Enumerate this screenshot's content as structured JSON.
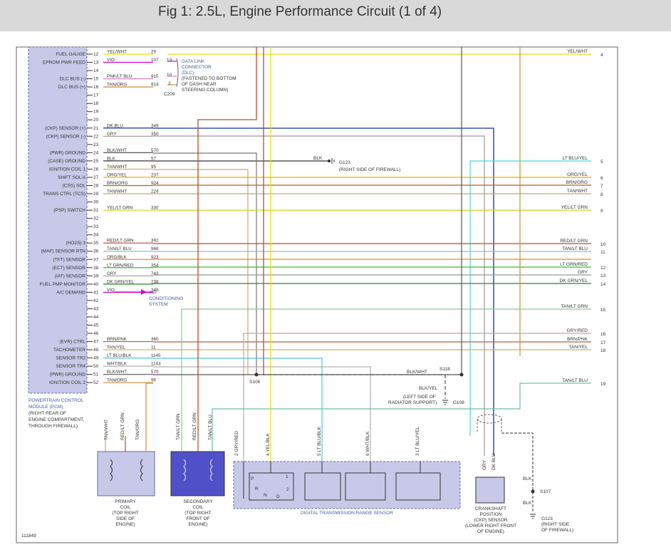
{
  "title": "Fig 1: 2.5L, Engine Performance Circuit (1 of 4)",
  "figure_id": "111849",
  "pcm": {
    "label_lines": [
      "POWERTRAIN CONTROL",
      "MODULE (PCM)",
      "(RIGHT REAR OF",
      "ENGINE COMPARTMENT,",
      "THROUGH FIREWALL)"
    ],
    "pins": [
      {
        "n": "12",
        "fn": "FUEL GAUGE",
        "color": "YEL/WHT",
        "circuit": "29",
        "wire": "#e8e000"
      },
      {
        "n": "13",
        "fn": "EPROM PWR FEED",
        "color": "VIO",
        "circuit": "107",
        "wire": "#d400d4"
      },
      {
        "n": "14",
        "fn": "",
        "color": "",
        "circuit": "",
        "wire": ""
      },
      {
        "n": "15",
        "fn": "DLC BUS (-)",
        "color": "PNK/LT BLU",
        "circuit": "915",
        "wire": "#e080c0"
      },
      {
        "n": "16",
        "fn": "DLC BUS (+)",
        "color": "TAN/ORG",
        "circuit": "914",
        "wire": "#d08a40"
      },
      {
        "n": "17",
        "fn": "",
        "color": "",
        "circuit": "",
        "wire": ""
      },
      {
        "n": "18",
        "fn": "",
        "color": "",
        "circuit": "",
        "wire": ""
      },
      {
        "n": "19",
        "fn": "",
        "color": "",
        "circuit": "",
        "wire": ""
      },
      {
        "n": "20",
        "fn": "",
        "color": "",
        "circuit": "",
        "wire": ""
      },
      {
        "n": "21",
        "fn": "(CKP) SENSOR (+)",
        "color": "DK BLU",
        "circuit": "349",
        "wire": "#1030a0"
      },
      {
        "n": "22",
        "fn": "(CKP) SENSOR (-)",
        "color": "GRY",
        "circuit": "350",
        "wire": "#999999"
      },
      {
        "n": "23",
        "fn": "",
        "color": "",
        "circuit": "",
        "wire": ""
      },
      {
        "n": "24",
        "fn": "(PWR) GROUND",
        "color": "BLK/WHT",
        "circuit": "570",
        "wire": "#555555"
      },
      {
        "n": "25",
        "fn": "(CASE) GROUND",
        "color": "BLK",
        "circuit": "57",
        "wire": "#333333"
      },
      {
        "n": "26",
        "fn": "IGNITION COIL 1",
        "color": "TAN/WHT",
        "circuit": "95",
        "wire": "#c8a878"
      },
      {
        "n": "27",
        "fn": "SHIFT SOL A",
        "color": "ORG/YEL",
        "circuit": "237",
        "wire": "#e8b000"
      },
      {
        "n": "28",
        "fn": "(CSS) SOL",
        "color": "BRN/ORG",
        "circuit": "924",
        "wire": "#b0641e"
      },
      {
        "n": "29",
        "fn": "TRANS CTRL (TCS)",
        "color": "TAN/WHT",
        "circuit": "224",
        "wire": "#c8a878"
      },
      {
        "n": "30",
        "fn": "",
        "color": "",
        "circuit": "",
        "wire": ""
      },
      {
        "n": "31",
        "fn": "(PSP) SWITCH",
        "color": "YEL/LT GRN",
        "circuit": "330",
        "wire": "#c8e000"
      },
      {
        "n": "32",
        "fn": "",
        "color": "",
        "circuit": "",
        "wire": ""
      },
      {
        "n": "33",
        "fn": "",
        "color": "",
        "circuit": "",
        "wire": ""
      },
      {
        "n": "34",
        "fn": "",
        "color": "",
        "circuit": "",
        "wire": ""
      },
      {
        "n": "35",
        "fn": "(HO2S) 3",
        "color": "RED/LT GRN",
        "circuit": "392",
        "wire": "#c04a28"
      },
      {
        "n": "36",
        "fn": "(MAF) SENSOR RTN",
        "color": "TAN/LT BLU",
        "circuit": "968",
        "wire": "#a0b8c0"
      },
      {
        "n": "37",
        "fn": "(TFT) SENSOR",
        "color": "ORG/BLK",
        "circuit": "923",
        "wire": "#e08a30"
      },
      {
        "n": "38",
        "fn": "(ECT) SENSOR",
        "color": "LT GRN/RED",
        "circuit": "354",
        "wire": "#30c030"
      },
      {
        "n": "39",
        "fn": "(IAT) SENSOR",
        "color": "GRY",
        "circuit": "743",
        "wire": "#999999"
      },
      {
        "n": "40",
        "fn": "FUEL PMP MONITOR",
        "color": "DK GRN/YEL",
        "circuit": "238",
        "wire": "#208a20"
      },
      {
        "n": "41",
        "fn": "A/C DEMAND",
        "color": "VIO",
        "circuit": "348",
        "wire": "#d400d4"
      },
      {
        "n": "42",
        "fn": "",
        "color": "",
        "circuit": "",
        "wire": ""
      },
      {
        "n": "43",
        "fn": "",
        "color": "",
        "circuit": "",
        "wire": ""
      },
      {
        "n": "44",
        "fn": "",
        "color": "",
        "circuit": "",
        "wire": ""
      },
      {
        "n": "45",
        "fn": "",
        "color": "",
        "circuit": "",
        "wire": ""
      },
      {
        "n": "46",
        "fn": "",
        "color": "",
        "circuit": "",
        "wire": ""
      },
      {
        "n": "47",
        "fn": "(EVR) CTRL",
        "color": "BRN/PNK",
        "circuit": "360",
        "wire": "#b06040"
      },
      {
        "n": "48",
        "fn": "TACHOMETER",
        "color": "TAN/YEL",
        "circuit": "11",
        "wire": "#d0b060"
      },
      {
        "n": "49",
        "fn": "SENSOR TR2",
        "color": "LT BLU/BLK",
        "circuit": "1145",
        "wire": "#50c8d8"
      },
      {
        "n": "50",
        "fn": "SENSOR TR4",
        "color": "WHT/BLK",
        "circuit": "1143",
        "wire": "#b0b0b0"
      },
      {
        "n": "51",
        "fn": "(PWR) GROUND",
        "color": "BLK/WHT",
        "circuit": "570",
        "wire": "#555555"
      },
      {
        "n": "52",
        "fn": "IGNITION COIL 2",
        "color": "TAN/ORG",
        "circuit": "96",
        "wire": "#d08a40"
      }
    ]
  },
  "dlc": {
    "lines": [
      "DATA LINK",
      "CONNECTOR",
      "(DLC)",
      "(FASTENED TO BOTTOM",
      "OF DASH NEAR",
      "STEERING COLUMN)"
    ],
    "pins": [
      "13",
      "10",
      "2"
    ],
    "connector": "C209"
  },
  "ac": {
    "lines": [
      "AIR",
      "CONDITIONING",
      "SYSTEM"
    ]
  },
  "ground_g123_top": {
    "wire": "BLK",
    "id": "G123",
    "loc": "(RIGHT SIDE OF FIREWALL)"
  },
  "right_outputs": [
    {
      "color": "YEL/WHT",
      "n": "4"
    },
    {
      "color": "LT BLU/YEL",
      "n": "5"
    },
    {
      "color": "ORG/YEL",
      "n": "6"
    },
    {
      "color": "BRN/ORG",
      "n": "7"
    },
    {
      "color": "TAN/WHT",
      "n": "8"
    },
    {
      "color": "YEL/LT GRN",
      "n": "9"
    },
    {
      "color": "RED/LT GRN",
      "n": "10"
    },
    {
      "color": "TAN/LT BLU",
      "n": "11"
    },
    {
      "color": "LT GRN/RED",
      "n": "12"
    },
    {
      "color": "GRY",
      "n": "13"
    },
    {
      "color": "DK GRN/YEL",
      "n": "14"
    },
    {
      "color": "TAN/LT GRN",
      "n": "15"
    },
    {
      "color": "GRY/RED",
      "n": "16"
    },
    {
      "color": "BRN/PNK",
      "n": "17"
    },
    {
      "color": "TAN/YEL",
      "n": "18"
    },
    {
      "color": "TAN/LT BLU",
      "n": "19"
    }
  ],
  "splices": {
    "s118": "S118",
    "s106": "S106",
    "blk_wht": "BLK/WHT",
    "blk_yel": "BLK/YEL",
    "g108_lines": [
      "(LEFT SIDE OF",
      "RADIATOR SUPPORT)"
    ],
    "g108": "G108"
  },
  "primary_coil": {
    "wires": [
      "TAN/WHT",
      "RED/LT GRN",
      "TAN/ORG"
    ],
    "lines": [
      "PRIMARY",
      "COIL",
      "(TOP RIGHT",
      "SIDE OF",
      "ENGINE)"
    ]
  },
  "secondary_coil": {
    "wires": [
      "TAN/LT GRN",
      "RED/LT GRN",
      "TAN/LT BLU"
    ],
    "lines": [
      "SECONDARY",
      "COIL",
      "(TOP RIGHT",
      "FRONT OF",
      "ENGINE)"
    ]
  },
  "dtr": {
    "wires": [
      "2 GRY/RED",
      "4 YEL/BLK",
      "5 LT BLU/BLK",
      "6 WHT/BLK",
      "3 LT BLU/YEL"
    ],
    "label": "DIGITAL TRANSMISSION RANGE SENSOR",
    "positions": [
      "P",
      "R",
      "N",
      "D",
      "2",
      "1"
    ]
  },
  "ckp": {
    "wires": [
      "GRY",
      "DK BLU"
    ],
    "lines": [
      "CRANKSHAFT",
      "POSITION",
      "(CKP) SENSOR",
      "(LOWER RIGHT FRONT",
      "OF ENGINE)"
    ]
  },
  "ground_g123_bottom": {
    "wire1": "BLK",
    "splice": "S107",
    "wire2": "BLK",
    "id": "G123",
    "lines": [
      "(RIGHT SIDE",
      "OF FIREWALL)"
    ]
  }
}
